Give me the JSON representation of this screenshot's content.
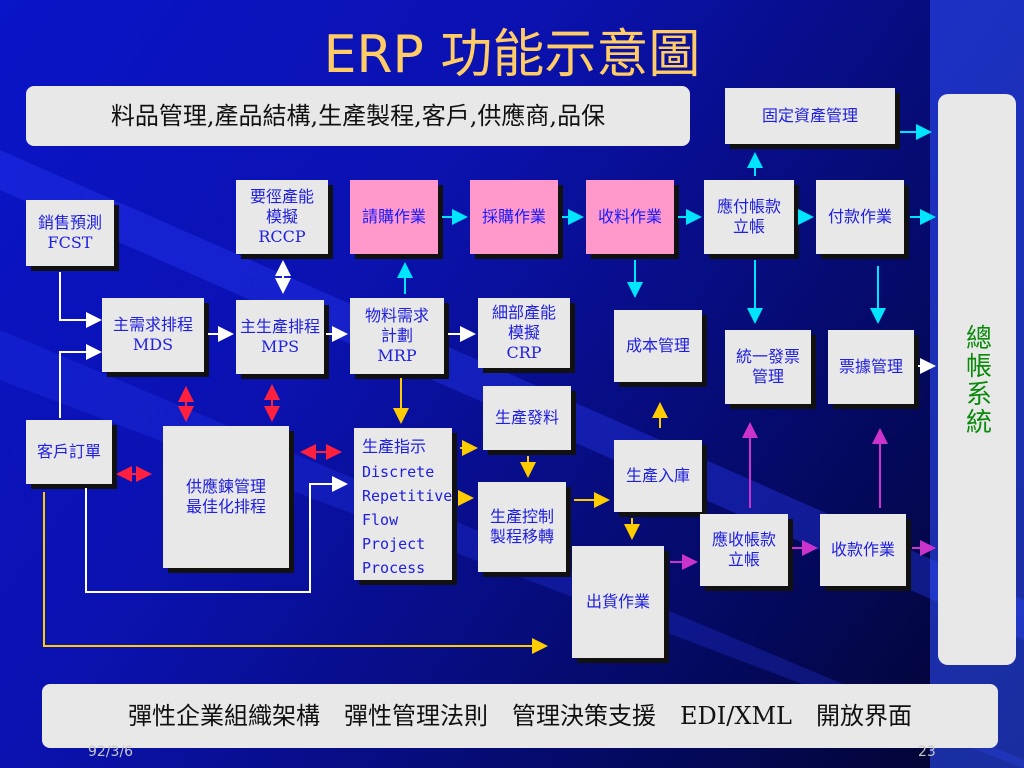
{
  "title": "ERP 功能示意圖",
  "top_banner": "料品管理,產品結構,生產製程,客戶,供應商,品保",
  "bottom_banner": "彈性企業組織架構　彈性管理法則　管理決策支援　EDI/XML　開放界面",
  "ledger": "總帳系統",
  "footer": {
    "date": "92/3/6",
    "page": "23"
  },
  "boxes": {
    "fixed_assets": "固定資產管理",
    "sales_forecast": "銷售預測\nFCST",
    "rccp": "要徑產能\n模擬\nRCCP",
    "purchase_request": "請購作業",
    "purchasing": "採購作業",
    "receiving": "收料作業",
    "ap_entry": "應付帳款\n立帳",
    "payment": "付款作業",
    "mds": "主需求排程\nMDS",
    "mps": "主生產排程\nMPS",
    "mrp": "物料需求\n計劃\nMRP",
    "crp": "細部產能\n模擬\nCRP",
    "cost_mgmt": "成本管理",
    "invoice_mgmt": "統一發票\n管理",
    "receipt_mgmt": "票據管理",
    "material_issue": "生產發料",
    "customer_order": "客戶訂單",
    "scm": "供應鍊管理\n最佳化排程",
    "shop_control": "生產控制\n製程移轉",
    "production_in": "生產入庫",
    "ar_entry": "應收帳款\n立帳",
    "collection": "收款作業",
    "shipping": "出貨作業"
  },
  "production_instructions": {
    "heading": "生產指示",
    "lines": [
      "Discrete",
      "Repetitive",
      "Flow",
      "Project",
      "Process"
    ]
  },
  "colors": {
    "title": "#ffcc66",
    "box_text": "#2020e0",
    "pink_box": "#ff99cc",
    "ledger_text": "#0a8a0a",
    "arrow_white": "#ffffff",
    "arrow_cyan": "#00e5ff",
    "arrow_red": "#ff2040",
    "arrow_yellow": "#ffcc00",
    "arrow_purple": "#cc33cc"
  }
}
